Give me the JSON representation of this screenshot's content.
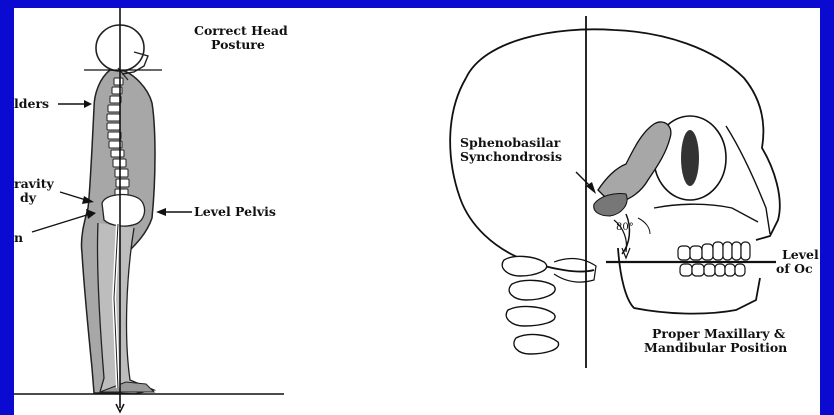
{
  "left_figure": {
    "title_line1": "Correct Head",
    "title_line2": "Posture",
    "shoulders": "lders",
    "gravity_line1": "ravity",
    "gravity_line2": "dy",
    "stray": "n",
    "level_pelvis": "Level Pelvis"
  },
  "right_figure": {
    "spheno_line1": "Sphenobasilar",
    "spheno_line2": "Synchondrosis",
    "angle": "80°",
    "level_line1": "Level",
    "level_line2": "of Oc",
    "caption_line1": "Proper Maxillary &",
    "caption_line2": "Mandibular Position"
  },
  "colors": {
    "frame": "#0a0ad0",
    "panel": "#ffffff",
    "ink": "#111111",
    "shade": "#a7a7a7"
  }
}
